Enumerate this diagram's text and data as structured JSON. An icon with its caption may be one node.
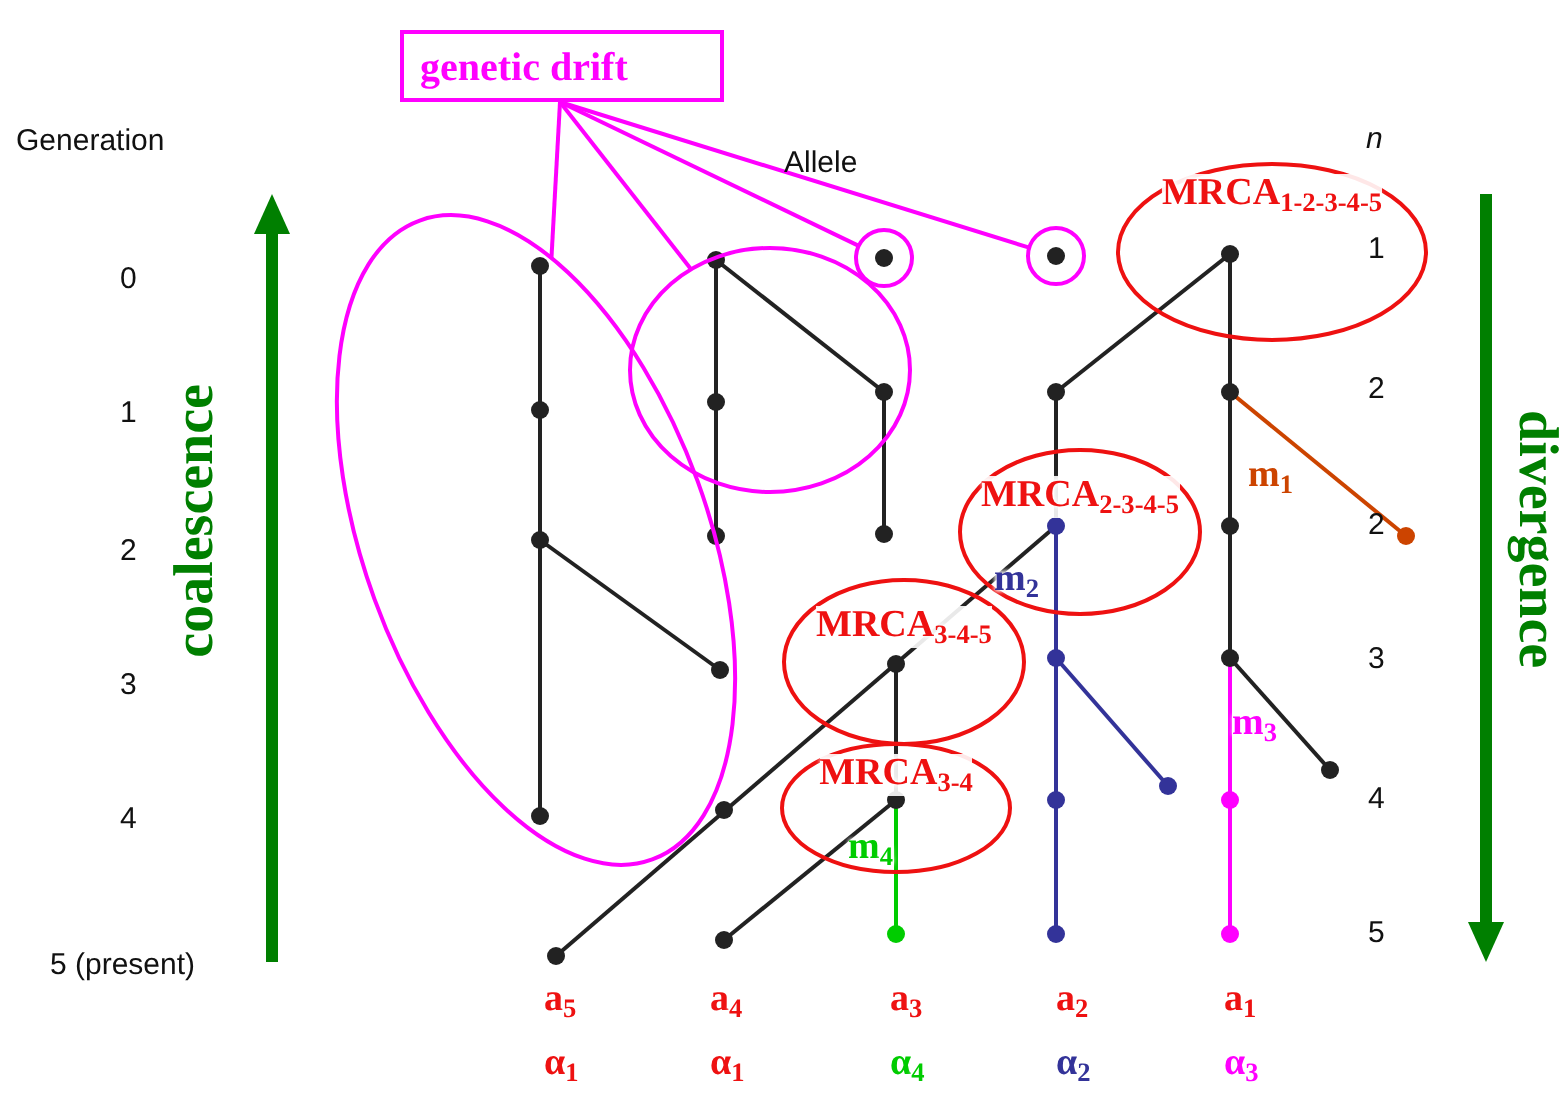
{
  "diagram": {
    "nodes": [
      {
        "text": [
          "genetic drift"
        ]
      },
      {
        "text": [],
        "shape": "ellipse"
      },
      {
        "text": [],
        "shape": "ellipse"
      },
      {
        "text": [],
        "shape": "circle"
      },
      {
        "text": [],
        "shape": "circle"
      },
      {
        "text": [
          "MRCA$_{1-2-3-4-5}$"
        ]
      },
      {
        "text": [
          "MRCA$_{2-3-4-5}$"
        ]
      },
      {
        "text": [
          "MRCA$_{3-4-5}$"
        ]
      },
      {
        "text": [
          "MRCA$_{3-4}$"
        ]
      }
    ],
    "edges": [
      {
        "from": 0,
        "to": 1,
        "arrow": "none"
      },
      {
        "from": 0,
        "to": 2,
        "arrow": "none"
      },
      {
        "from": 0,
        "to": 3,
        "arrow": "none"
      },
      {
        "from": 0,
        "to": 4,
        "arrow": "none"
      }
    ],
    "labels": [
      "Generation",
      "Allele",
      "n",
      "0",
      "1",
      "2",
      "3",
      "4",
      "5 (present)",
      "1",
      "2",
      "2",
      "3",
      "4",
      "5",
      "coalescence",
      "divergence",
      "m$_{1}$",
      "m$_{2}$",
      "m$_{3}$",
      "m$_{4}$",
      "a$_{5}$",
      "a$_{4}$",
      "a$_{3}$",
      "a$_{2}$",
      "a$_{1}$",
      "α$_{1}$",
      "α$_{1}$",
      "α$_{4}$",
      "α$_{2}$",
      "α$_{3}$"
    ]
  }
}
